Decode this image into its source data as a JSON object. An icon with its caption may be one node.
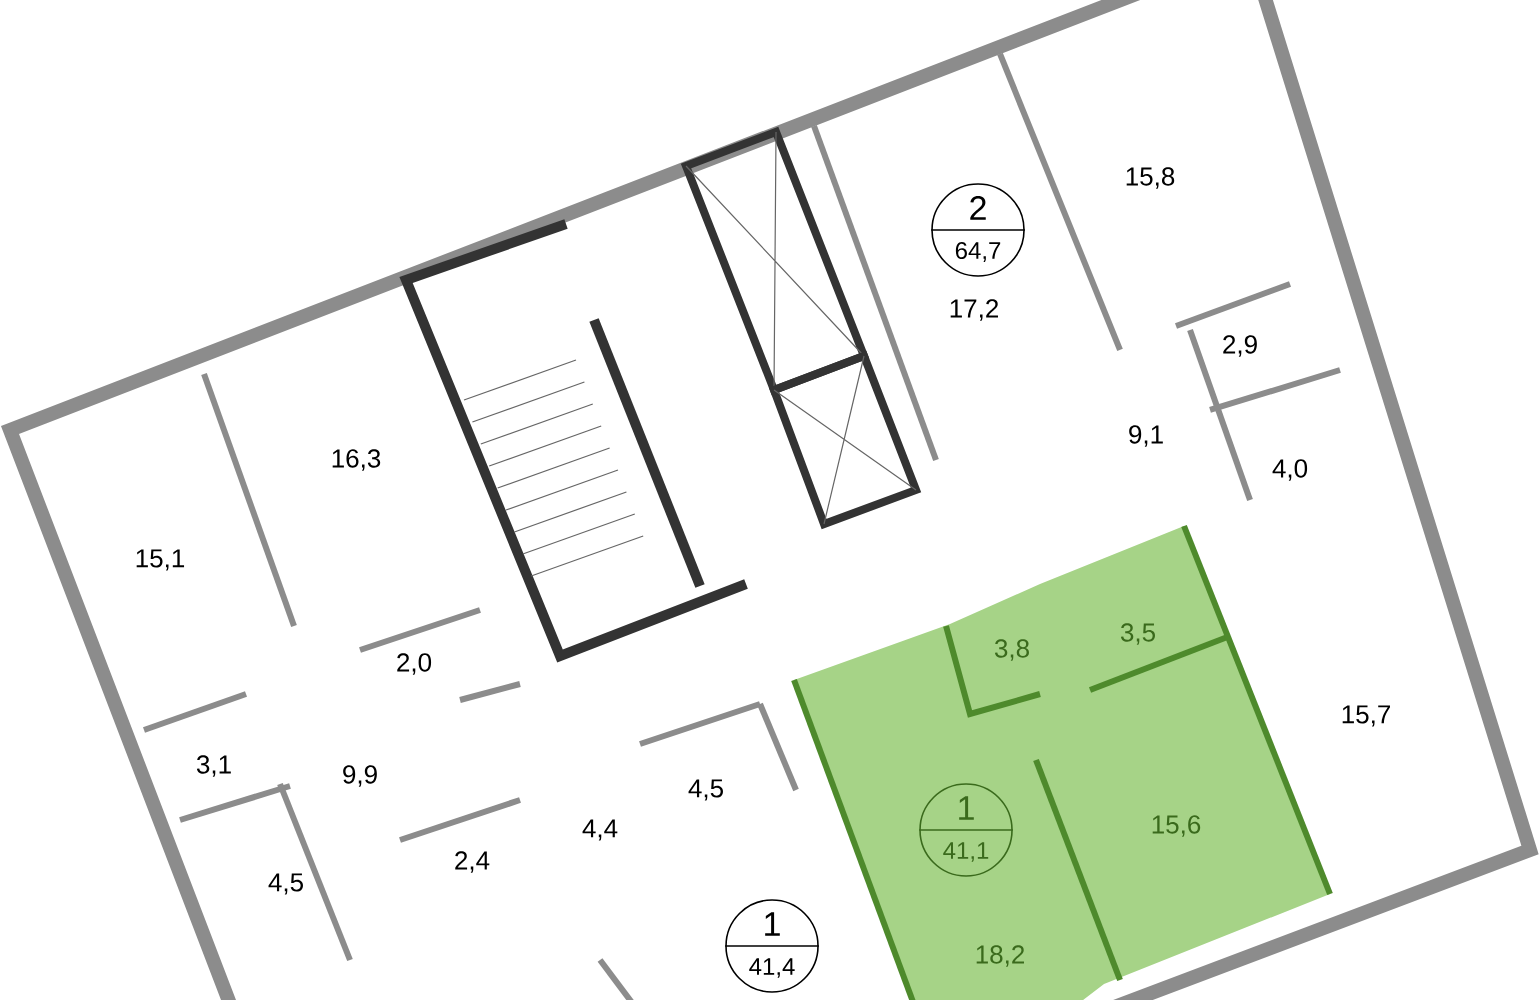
{
  "diagram": {
    "nodes": [
      {
        "text": [
          "2",
          "64,7"
        ]
      },
      {
        "text": [
          "1",
          "41,1"
        ]
      },
      {
        "text": [
          "1",
          "41,4"
        ]
      }
    ],
    "labels": [
      "15,8",
      "17,2",
      "2,9",
      "9,1",
      "16,3",
      "4,0",
      "15,1",
      "3,5",
      "3,8",
      "2,0",
      "15,7",
      "3,1",
      "9,9",
      "4,5",
      "15,6",
      "4,4",
      "2,4",
      "4,5",
      "18,2"
    ]
  }
}
